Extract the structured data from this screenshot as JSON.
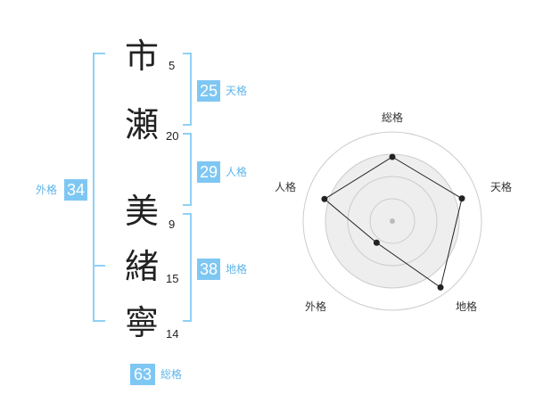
{
  "name": {
    "chars": [
      {
        "char": "市",
        "strokes": "5"
      },
      {
        "char": "瀬",
        "strokes": "20"
      },
      {
        "char": "美",
        "strokes": "9"
      },
      {
        "char": "緒",
        "strokes": "15"
      },
      {
        "char": "寧",
        "strokes": "14"
      }
    ]
  },
  "kakusu": {
    "tenkaku": {
      "value": "25",
      "label": "天格"
    },
    "jinkaku": {
      "value": "29",
      "label": "人格"
    },
    "chikaku": {
      "value": "38",
      "label": "地格"
    },
    "gaikaku": {
      "value": "34",
      "label": "外格"
    },
    "soukaku": {
      "value": "63",
      "label": "総格"
    }
  },
  "radar": {
    "axes": [
      "総格",
      "天格",
      "地格",
      "外格",
      "人格"
    ],
    "values": [
      0.72,
      0.82,
      0.92,
      0.3,
      0.8
    ],
    "colors": {
      "ring": "#cccccc",
      "fill": "#eeeeee",
      "line": "#222222",
      "center": "#bbbbbb"
    }
  },
  "colors": {
    "accent": "#7fc7f3",
    "accent_text": "#5fb5ea",
    "bracket": "#8fd0f5"
  }
}
